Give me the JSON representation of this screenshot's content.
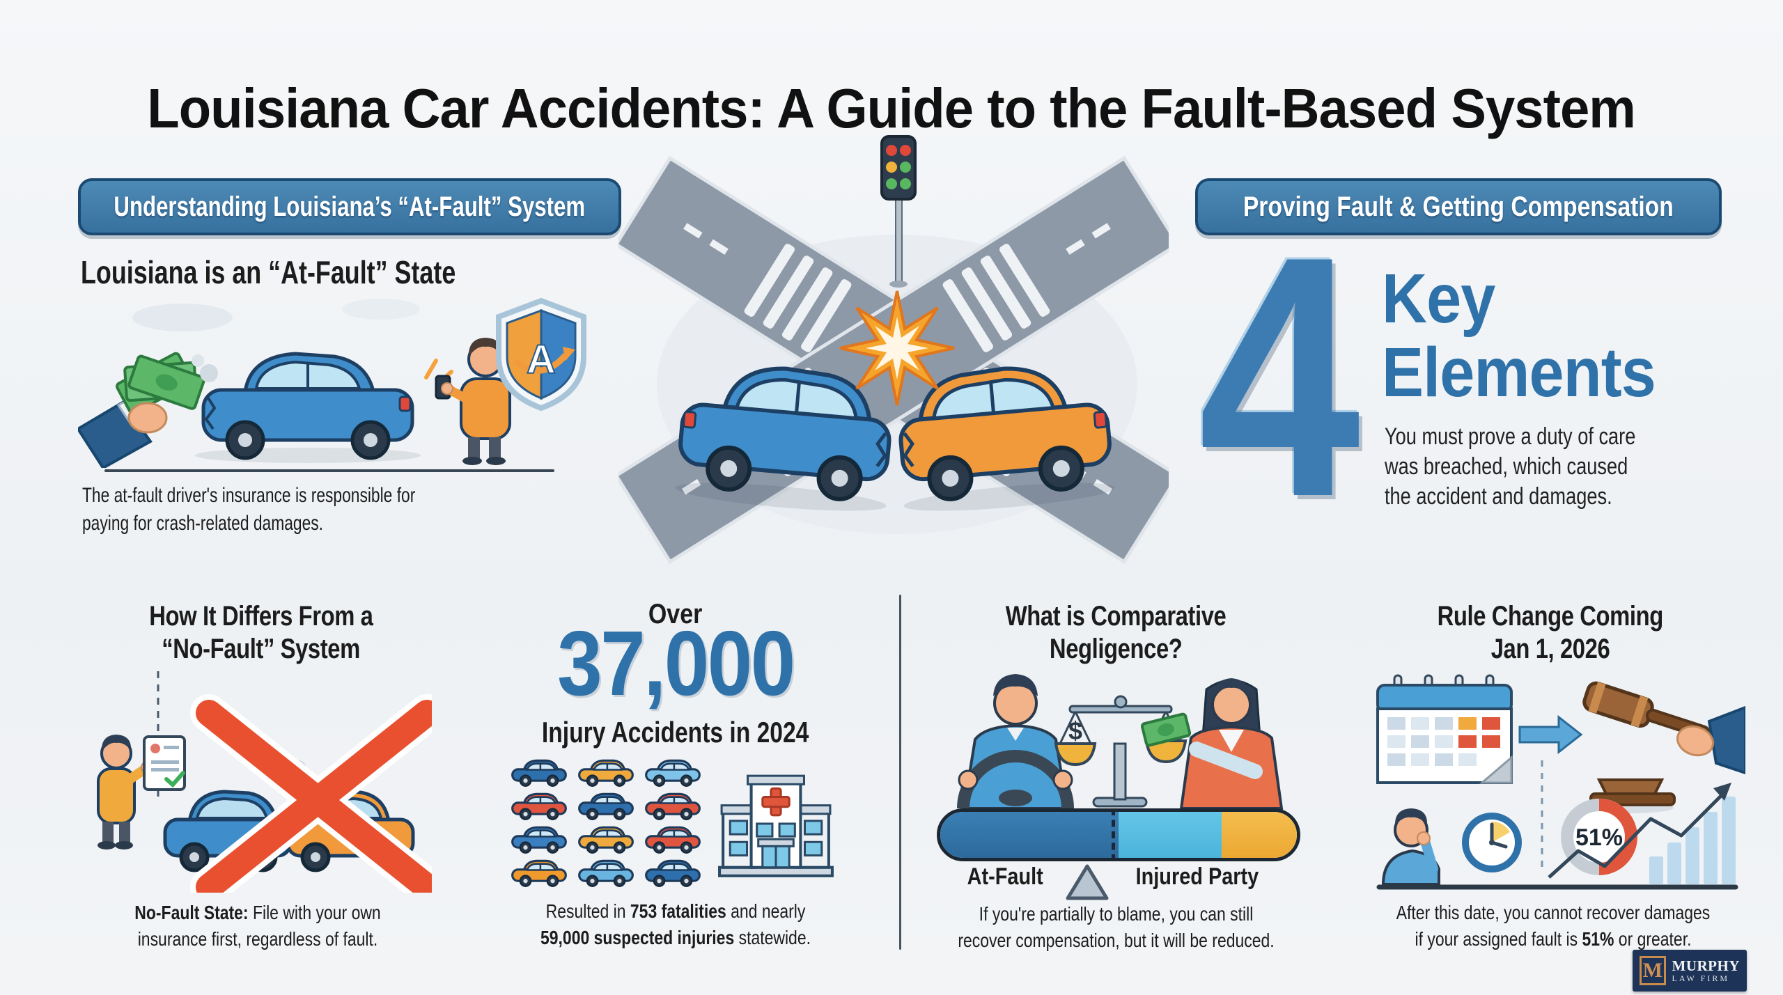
{
  "title": {
    "part1_bold": "Louisiana Car Accidents:",
    "part2": " A Guide to the ",
    "part3_bold": "Fault-Based System"
  },
  "colors": {
    "banner_blue": "#37719f",
    "banner_border": "#1a4a72",
    "accent_blue": "#2f72a9",
    "text_dark": "#1c1c1c",
    "alert_red": "#e8502f",
    "bar_dark_blue": "#2f72a9",
    "bar_light_blue": "#58bfe2",
    "bar_yellow": "#f0b43c",
    "money_green": "#5cb868",
    "car_blue": "#3f8ecb",
    "car_orange": "#f09a3c",
    "donut_red": "#e0563c"
  },
  "at_fault": {
    "banner": "Understanding Louisiana’s “At-Fault” System",
    "heading": "Louisiana is an “At-Fault” State",
    "shield_letter": "A",
    "desc_line1": "The at-fault driver's insurance is responsible for",
    "desc_line2": "paying for crash-related damages."
  },
  "proving_fault": {
    "banner": "Proving Fault & Getting Compensation",
    "big_number": "4",
    "key_word": "Key",
    "elements_word": "Elements",
    "desc_line1": "You must prove a duty of care",
    "desc_line2": "was breached, which caused",
    "desc_line3": "the accident and damages."
  },
  "no_fault": {
    "heading_line1": "How It Differs From a",
    "heading_line2": "“No-Fault” System",
    "note_bold": "No-Fault State:",
    "note_line1_rest": " File with your own",
    "note_line2": "insurance first, regardless of fault."
  },
  "stats": {
    "kicker": "Over",
    "number": "37,000",
    "subtitle": "Injury Accidents in 2024",
    "note_line1_a": "Resulted in ",
    "note_line1_b": "753 fatalities",
    "note_line1_c": " and nearly",
    "note_line2_a": "59,000 suspected injuries",
    "note_line2_b": " statewide.",
    "car_colors": [
      "#2e6fad",
      "#f0a93c",
      "#7fc3e8",
      "#e05540",
      "#2e6fad",
      "#e05540",
      "#3a7fc0",
      "#f0a93c",
      "#e05540",
      "#f09a2e",
      "#6ab4e0",
      "#2e6fad"
    ]
  },
  "comparative": {
    "heading_line1": "What is Comparative",
    "heading_line2": "Negligence?",
    "scale_symbol": "$",
    "label_left": "At-Fault",
    "label_right": "Injured Party",
    "note_line1": "If you're partially to blame, you can still",
    "note_line2": "recover compensation, but it will be reduced."
  },
  "rule_change": {
    "heading_line1": "Rule Change Coming",
    "heading_line2": "Jan 1, 2026",
    "donut_value": "51%",
    "note_line1": "After this date, you cannot recover damages",
    "note_line2_a": "if your assigned fault is ",
    "note_line2_b": "51%",
    "note_line2_c": " or greater."
  },
  "logo": {
    "monogram": "M",
    "name": "MURPHY",
    "suffix": "LAW FIRM"
  }
}
